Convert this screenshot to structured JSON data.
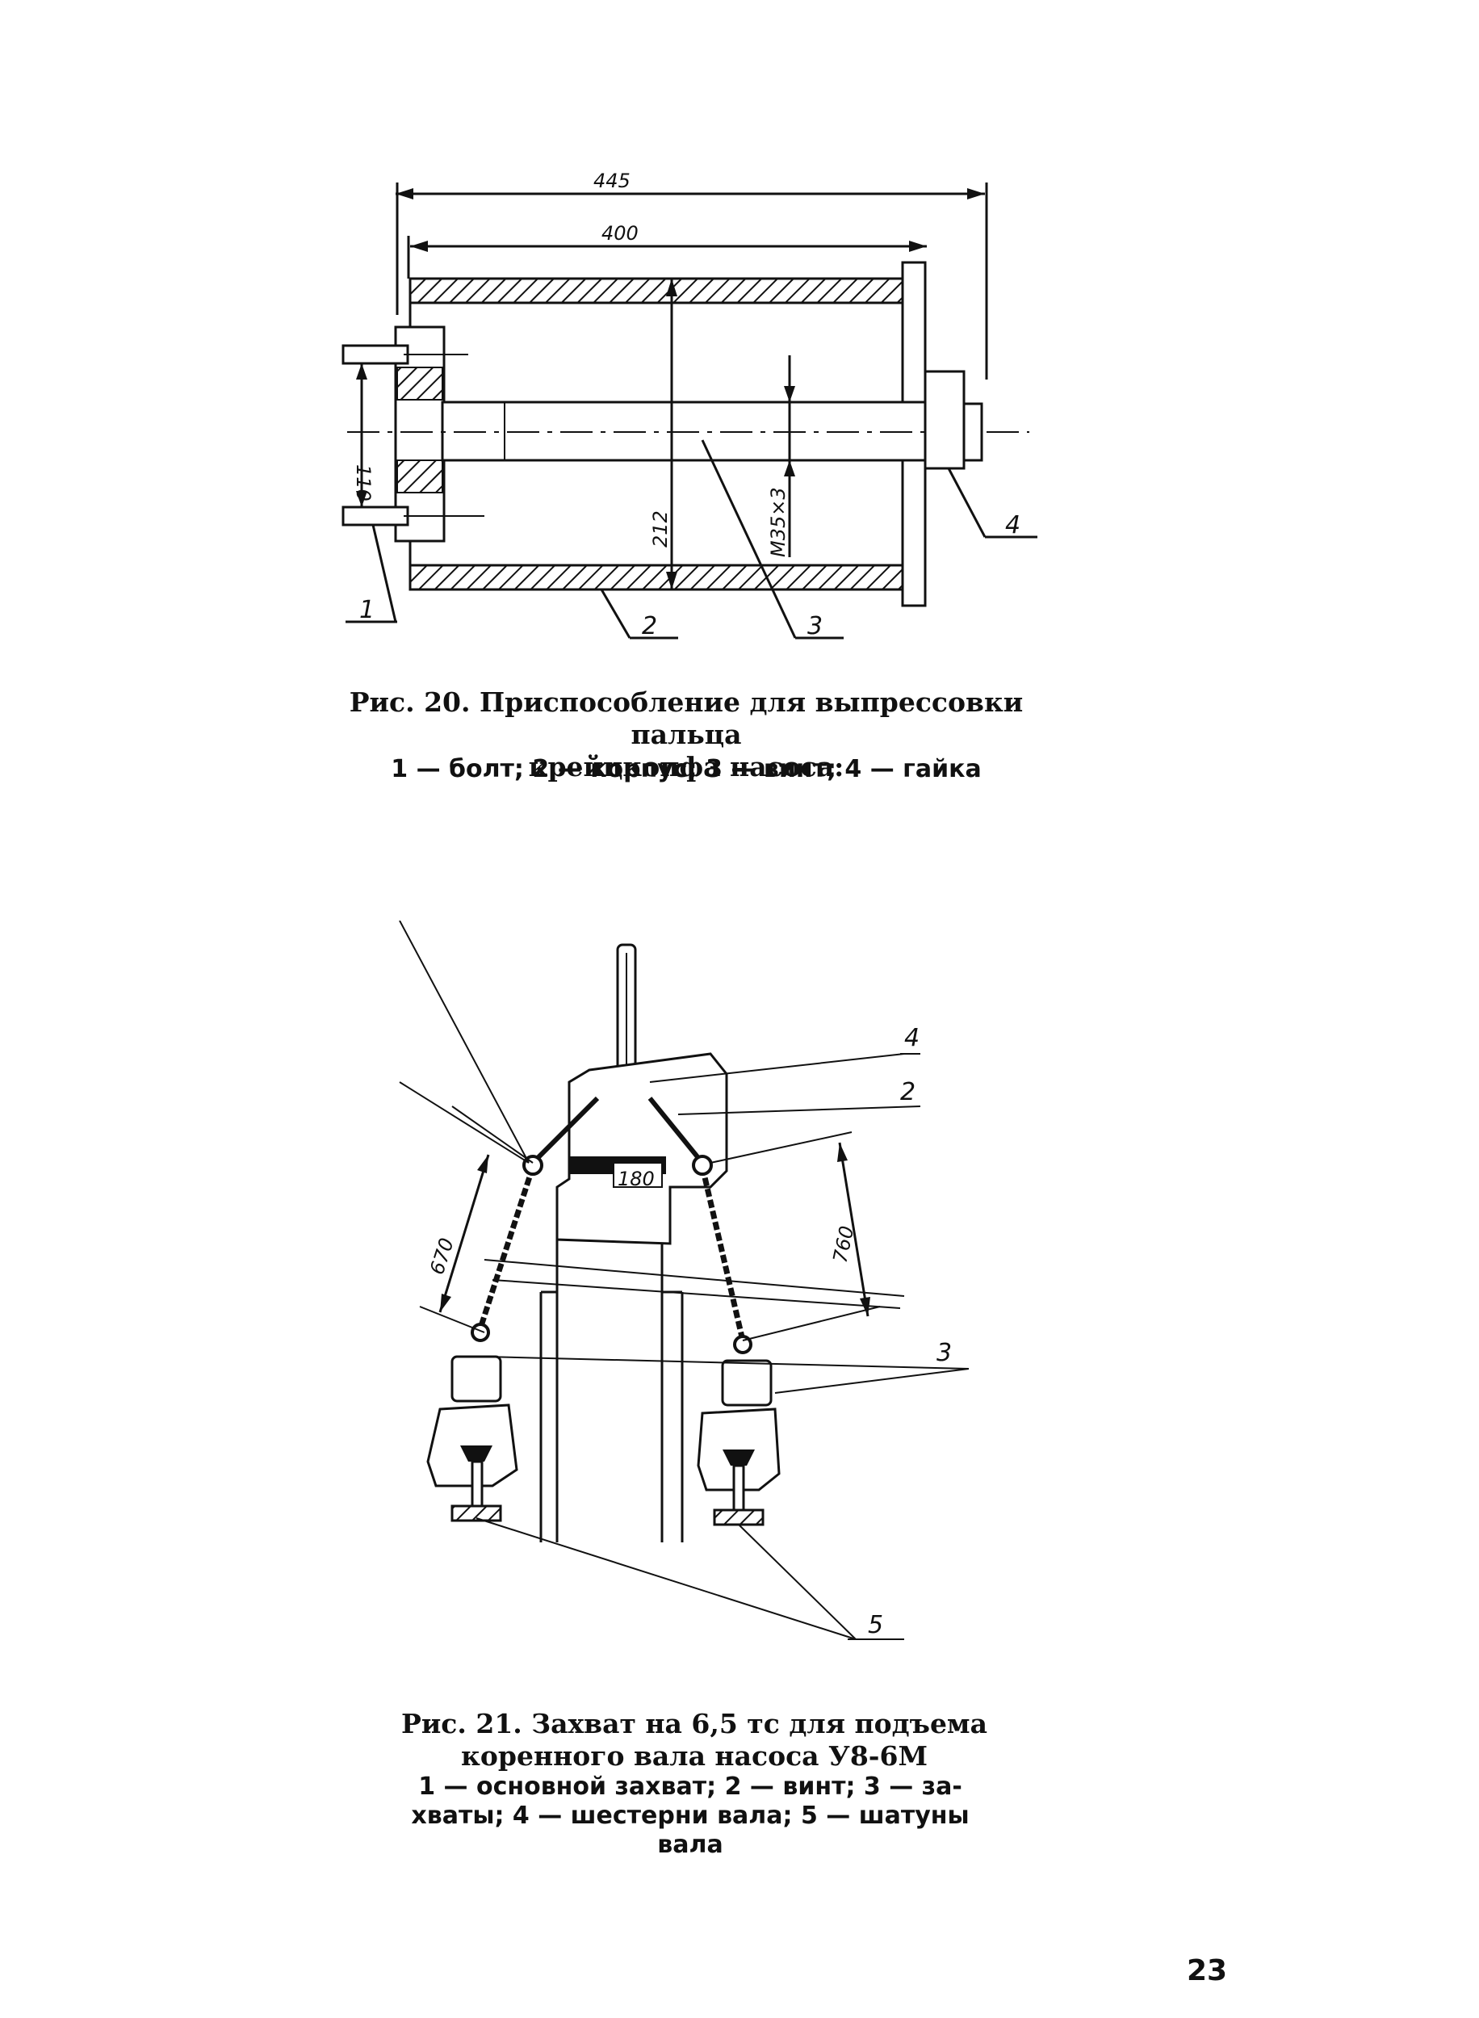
{
  "page_number": "23",
  "figure20": {
    "caption_line1": "Рис. 20. Приспособление для выпрессовки пальца",
    "caption_line2": "крейцкопфа насоса:",
    "legend": "1 — болт; 2 — корпус; 3 — винт; 4 — гайка",
    "dimensions": {
      "overall_length": "445",
      "body_length": "400",
      "bolt_spacing": "110",
      "body_diameter": "212",
      "thread": "М35×3"
    },
    "callouts": [
      "1",
      "2",
      "3",
      "4"
    ]
  },
  "figure21": {
    "caption_line1": "Рис. 21. Захват на 6,5 тс для подъема",
    "caption_line2": "коренного вала насоса У8-6М",
    "legend_line1": "1 — основной захват; 2 — винт; 3 — за-",
    "legend_line2": "хваты; 4 — шестерни вала; 5 — шатуны",
    "legend_line3": "вала",
    "dimensions": {
      "left_sling": "670",
      "right_sling": "760",
      "jaw_width": "180"
    },
    "callouts": [
      "4",
      "2",
      "3",
      "5"
    ]
  }
}
